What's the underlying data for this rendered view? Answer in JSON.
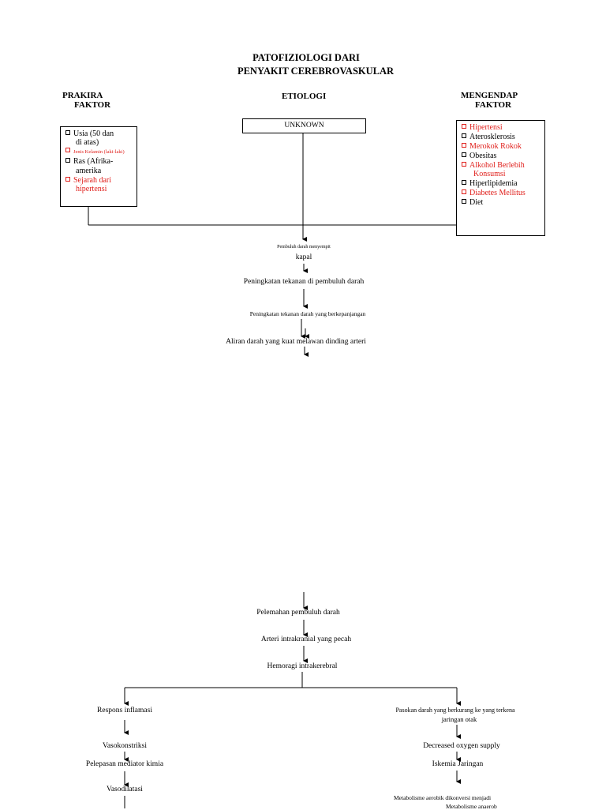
{
  "title": {
    "line1": "PATOFIZIOLOGI DARI",
    "line2": "PENYAKIT CEREBROVASKULAR"
  },
  "headers": {
    "prakira_1": "PRAKIRA",
    "prakira_2": "FAKTOR",
    "etiologi": "ETIOLOGI",
    "mengendap_1": "MENGENDAP",
    "mengendap_2": "FAKTOR"
  },
  "etiology_box": "UNKNOWN",
  "left_box": {
    "items": [
      {
        "lines": [
          "Usia (50 dan",
          "di atas)"
        ],
        "color": "black"
      },
      {
        "lines": [
          "Jenis Kelamin (laki-laki)"
        ],
        "color": "red",
        "small": true
      },
      {
        "lines": [
          "Ras (Afrika-",
          "amerika"
        ],
        "color": "black"
      },
      {
        "lines": [
          "Sejarah dari",
          "hipertensi"
        ],
        "color": "red"
      }
    ]
  },
  "right_box": {
    "items": [
      {
        "lines": [
          "Hipertensi"
        ],
        "color": "red"
      },
      {
        "lines": [
          "Aterosklerosis"
        ],
        "color": "black"
      },
      {
        "lines": [
          "Merokok Rokok"
        ],
        "color": "red"
      },
      {
        "lines": [
          "Obesitas"
        ],
        "color": "black"
      },
      {
        "lines": [
          "Alkohol Berlebih",
          "Konsumsi"
        ],
        "color": "red"
      },
      {
        "lines": [
          "Hiperlipidemia"
        ],
        "color": "black"
      },
      {
        "lines": [
          "Diabetes Mellitus"
        ],
        "color": "red"
      },
      {
        "lines": [
          "Diet"
        ],
        "color": "black"
      }
    ]
  },
  "flow": {
    "s1a": "Pembuluh darah menyempit",
    "s1b": "kapal",
    "s2": "Peningkatan tekanan di pembuluh darah",
    "s3": "Peningkatan tekanan darah yang berkepanjangan",
    "s4": "Aliran darah yang kuat melawan dinding arteri",
    "s5": "Pelemahan pembuluh darah",
    "s6": "Arteri intrakranial yang pecah",
    "s7": "Hemoragi intrakerebral",
    "left": {
      "l1": "Respons inflamasi",
      "l2": "Vasokonstriksi",
      "l3": "Pelepasan mediator kimia",
      "l4": "Vasodilatasi"
    },
    "right": {
      "r1a": "Pasokan darah yang berkurang ke yang terkena",
      "r1b": "jaringan otak",
      "r2": "Decreased oxygen supply",
      "r3": "Iskemia Jaringan",
      "r4a": "Metabolisme aerobik dikonversi menjadi",
      "r4b": "Metabolisme anaerob"
    }
  },
  "colors": {
    "red": "#e0201c",
    "black": "#000000"
  }
}
